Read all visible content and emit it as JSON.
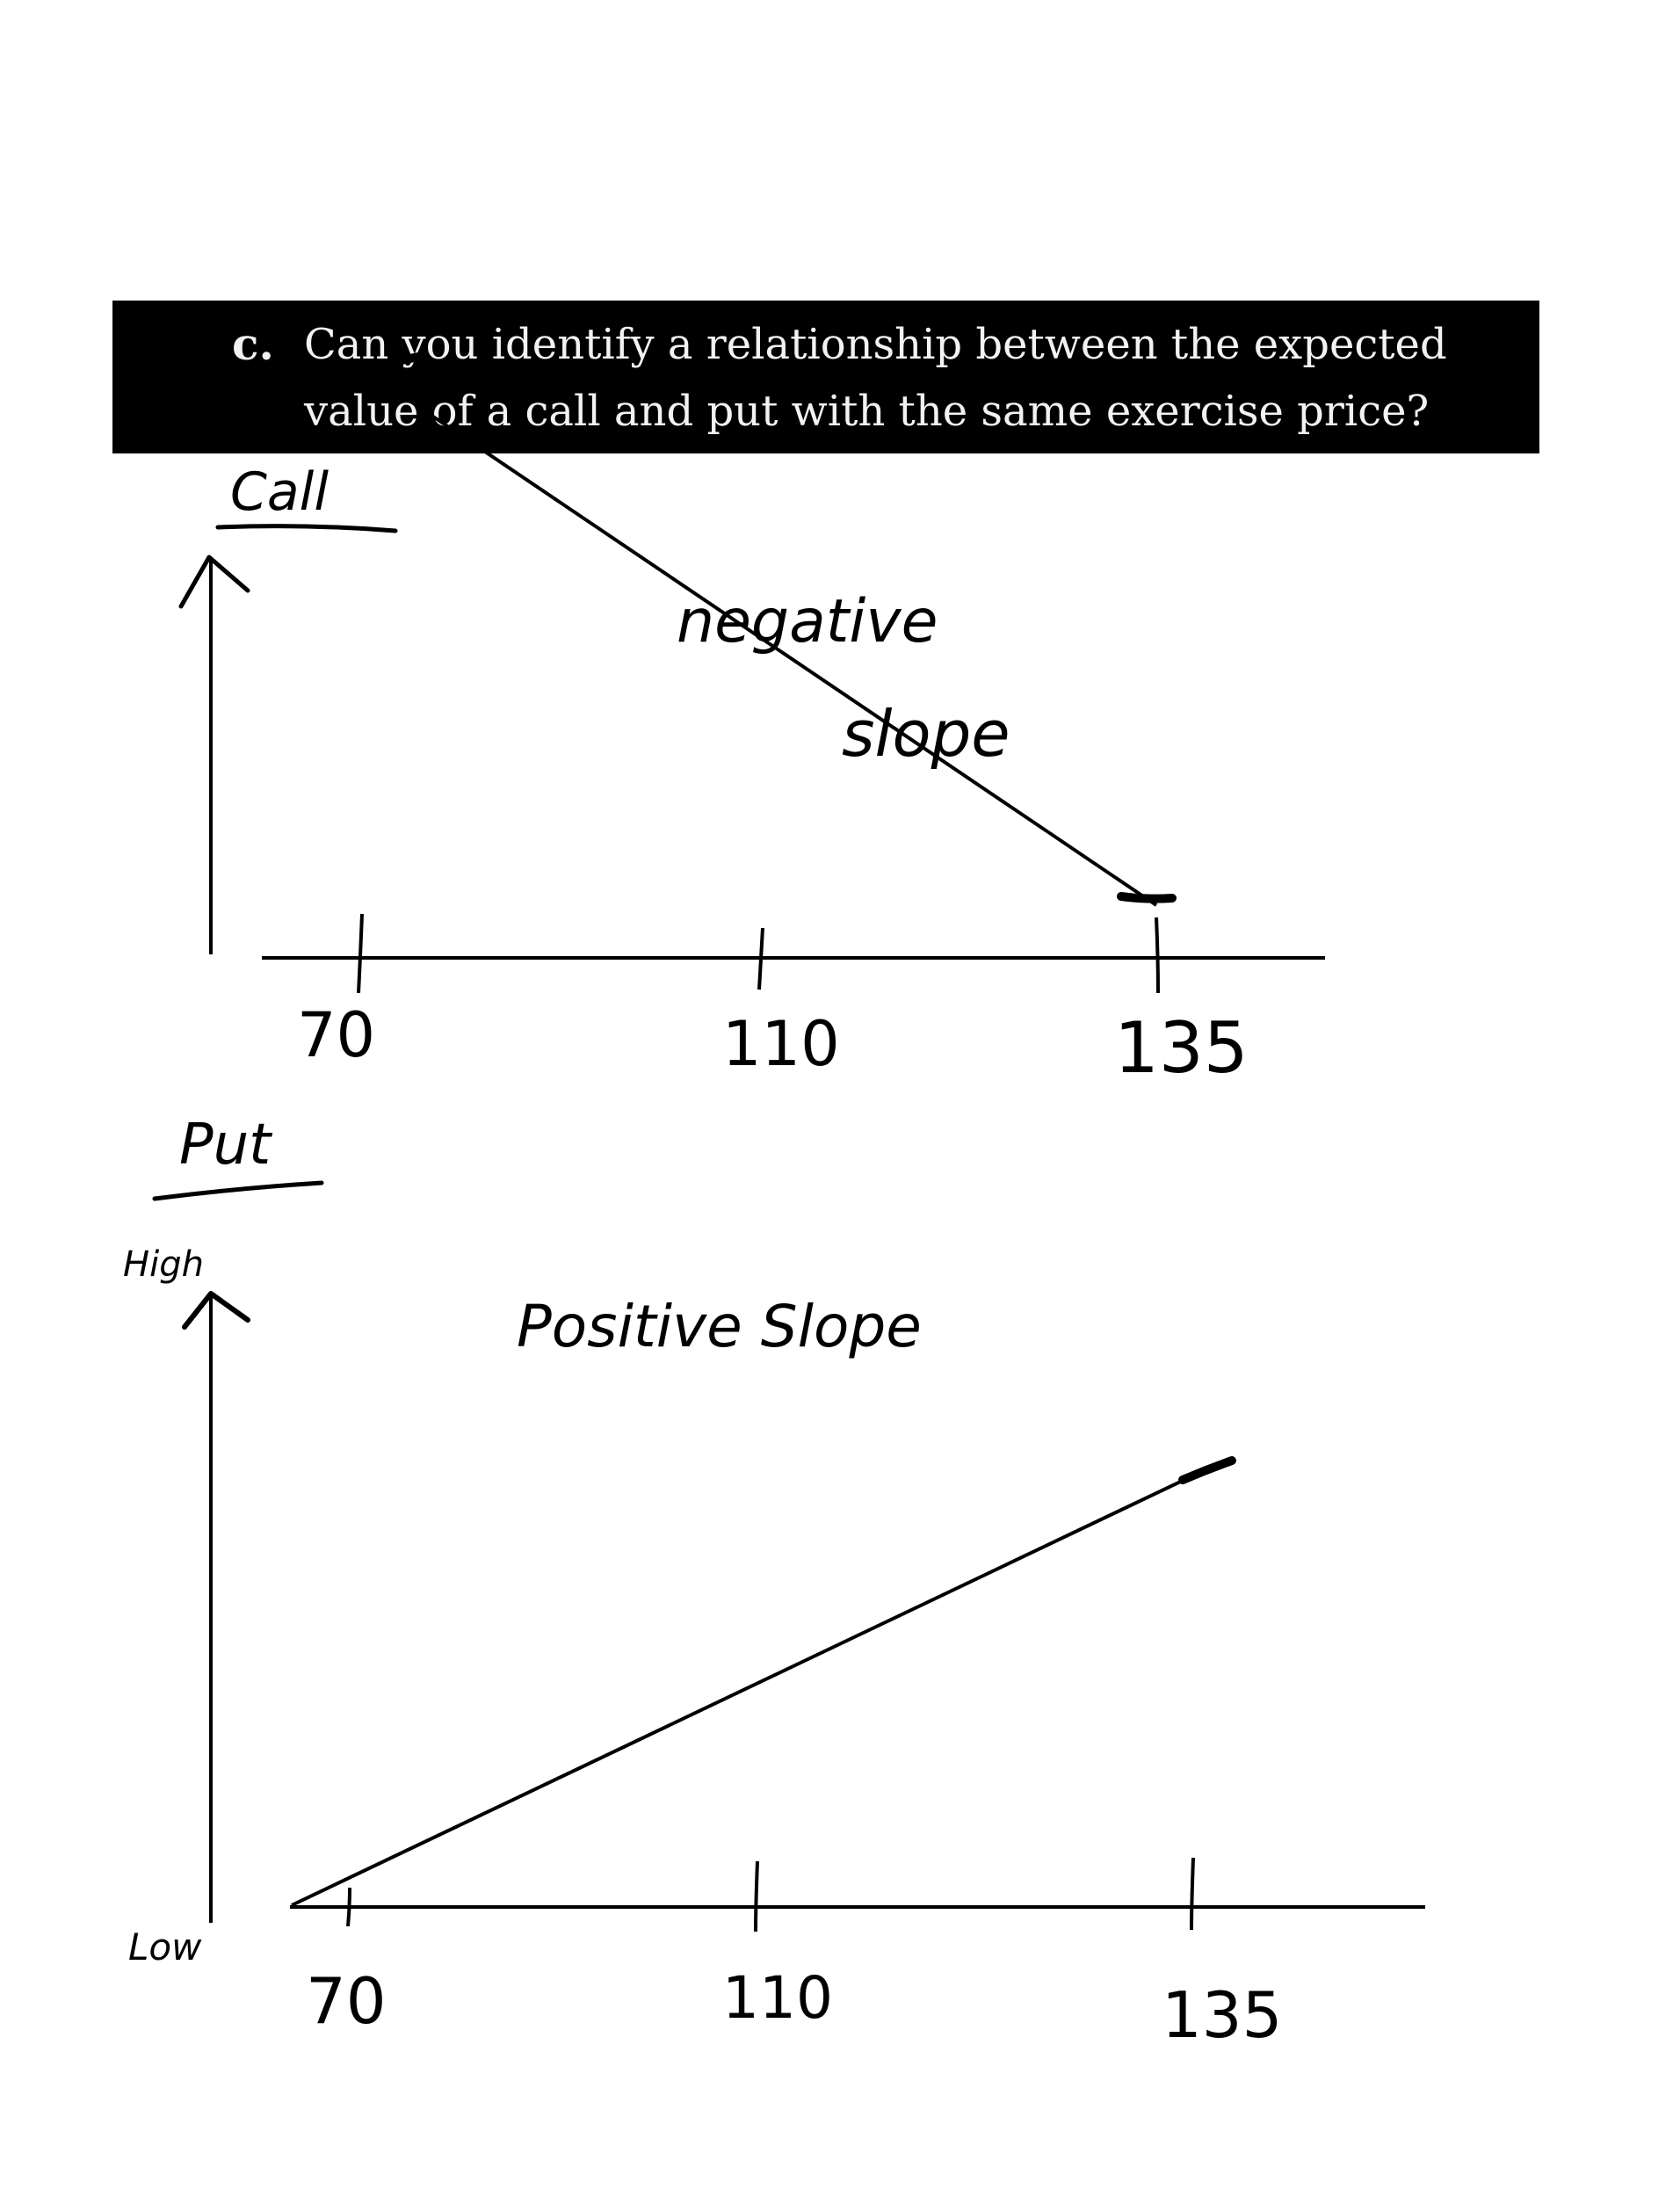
{
  "question": {
    "letter": "c.",
    "line1": "Can you identify a relationship between the expected",
    "line2": "value of a call and put with the same exercise price?"
  },
  "call_graph": {
    "title": "Call",
    "annotation_line1": "negative",
    "annotation_line2": "slope",
    "ticks": [
      "70",
      "110",
      "135"
    ]
  },
  "put_graph": {
    "title": "Put",
    "y_high": "High",
    "y_low": "Low",
    "annotation": "Positive Slope",
    "ticks": [
      "70",
      "110",
      "135"
    ]
  }
}
